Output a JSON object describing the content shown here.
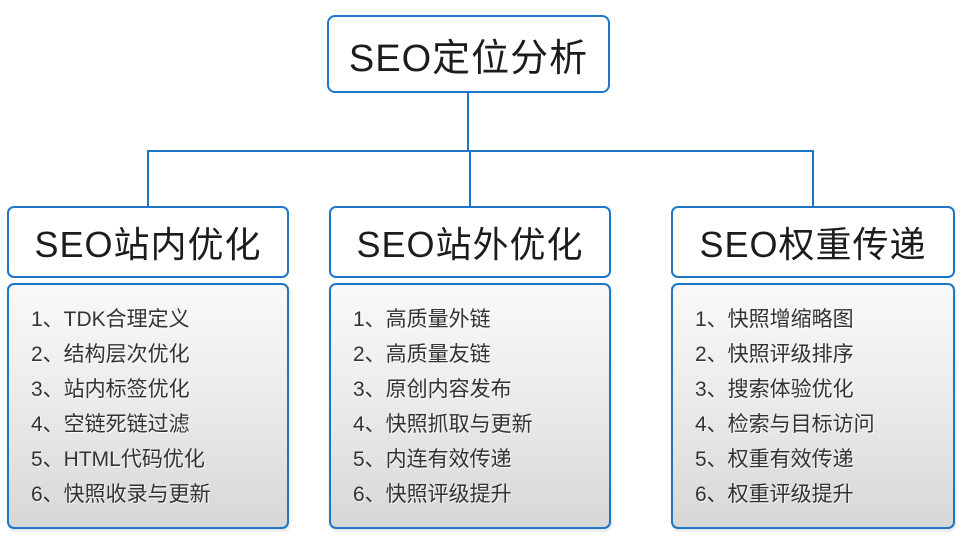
{
  "colors": {
    "accent_blue": "#1e76c8",
    "panel_gradient_top": "#f9f9f9",
    "panel_gradient_bottom": "#d7d7d7",
    "node_background": "#ffffff",
    "text_dark": "#1c1c1c",
    "list_text": "#333333"
  },
  "diagram": {
    "root": {
      "title": "SEO定位分析"
    },
    "branches": [
      {
        "title": "SEO站内优化",
        "items": [
          "1、TDK合理定义",
          "2、结构层次优化",
          "3、站内标签优化",
          "4、空链死链过滤",
          "5、HTML代码优化",
          "6、快照收录与更新"
        ]
      },
      {
        "title": "SEO站外优化",
        "items": [
          "1、高质量外链",
          "2、高质量友链",
          "3、原创内容发布",
          "4、快照抓取与更新",
          "5、内连有效传递",
          "6、快照评级提升"
        ]
      },
      {
        "title": "SEO权重传递",
        "items": [
          "1、快照增缩略图",
          "2、快照评级排序",
          "3、搜索体验优化",
          "4、检索与目标访问",
          "5、权重有效传递",
          "6、权重评级提升"
        ]
      }
    ]
  }
}
